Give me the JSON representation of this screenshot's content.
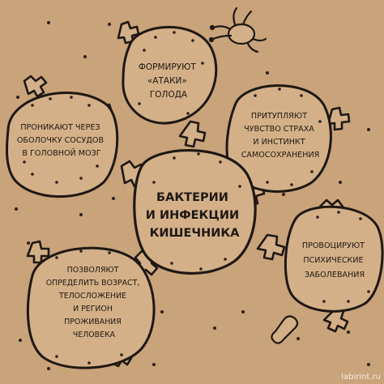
{
  "center": {
    "lines": [
      "БАКТЕРИИ",
      "И ИНФЕКЦИИ",
      "КИШЕЧНИКА"
    ]
  },
  "nodes": [
    {
      "id": "hunger",
      "lines": [
        "ФОРМИРУЮТ",
        "«АТАКИ»",
        "ГОЛОДА"
      ]
    },
    {
      "id": "brain",
      "lines": [
        "ПРОНИКАЮТ ЧЕРЕЗ",
        "ОБОЛОЧКУ СОСУДОВ",
        "В ГОЛОВНОЙ МОЗГ"
      ]
    },
    {
      "id": "fear",
      "lines": [
        "ПРИТУПЛЯЮТ",
        "ЧУВСТВО СТРАХА",
        "И ИНСТИНКТ",
        "САМОСОХРАНЕНИЯ"
      ]
    },
    {
      "id": "mental",
      "lines": [
        "ПРОВОЦИРУЮТ",
        "ПСИХИЧЕСКИЕ",
        "ЗАБОЛЕВАНИЯ"
      ]
    },
    {
      "id": "identify",
      "lines": [
        "ПОЗВОЛЯЮТ",
        "ОПРЕДЕЛИТЬ ВОЗРАСТ,",
        "ТЕЛОСЛОЖЕНИЕ",
        "И РЕГИОН",
        "ПРОЖИВАНИЯ",
        "ЧЕЛОВЕКА"
      ]
    }
  ],
  "watermark": "labirint.ru",
  "colors": {
    "background": "#c9a37a",
    "ink": "#1e1812",
    "blob_fill": "#d4b088",
    "dot": "#2a2018",
    "watermark": "#f4ece0"
  },
  "icons": [
    "bacterium-doodle-icon",
    "bone-connector-icon"
  ]
}
